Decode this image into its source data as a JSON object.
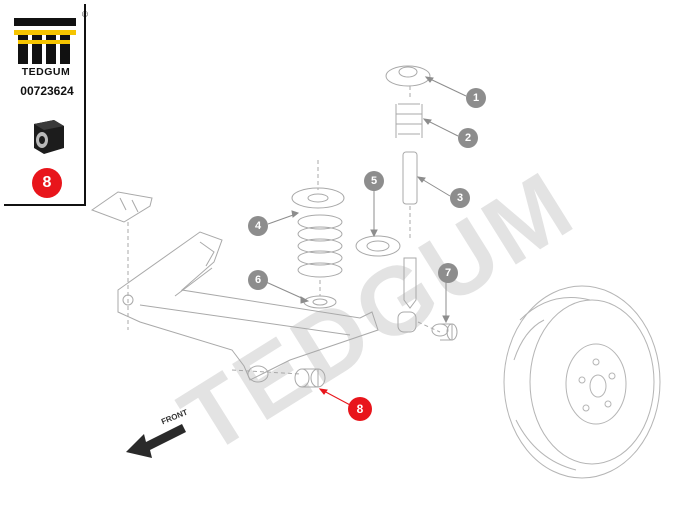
{
  "brand": {
    "name": "TEDGUM",
    "registered_mark": "®",
    "part_number": "00723624"
  },
  "highlight": {
    "callout_number": "8",
    "color": "#e8151b"
  },
  "callouts": [
    "1",
    "2",
    "3",
    "4",
    "5",
    "6",
    "7",
    "8"
  ],
  "direction_label": "FRONT",
  "watermark": "TEDGUM",
  "colors": {
    "callout_grey": "#8d8d8d",
    "line_grey": "#9a9a9a",
    "watermark": "#d9d9d9"
  }
}
